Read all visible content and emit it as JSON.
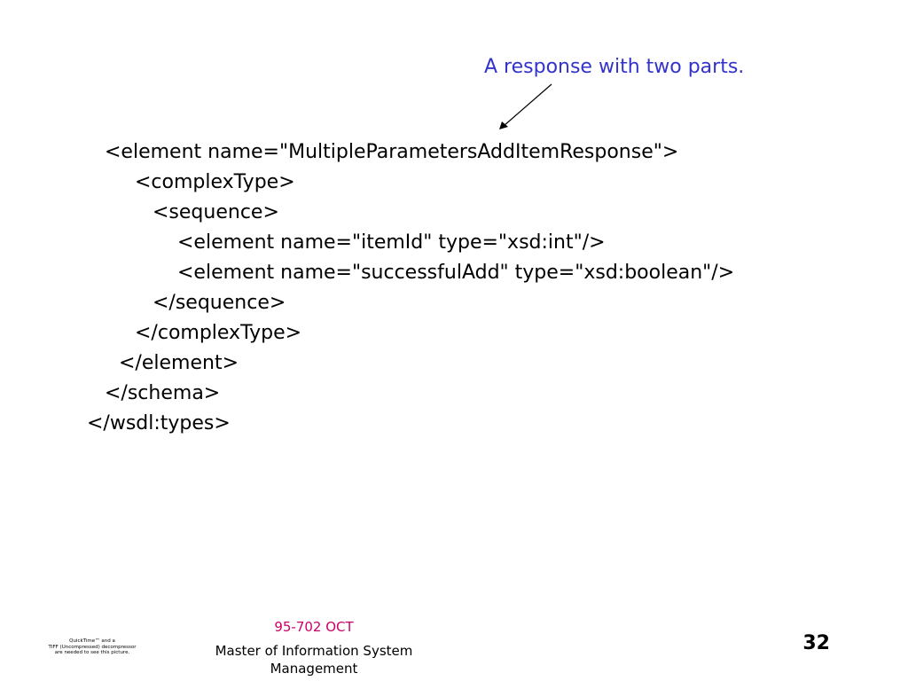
{
  "colors": {
    "annotation": "#3333cc",
    "course": "#cc0066",
    "text": "#000000"
  },
  "annotation": {
    "text": "A response with two parts."
  },
  "code": {
    "lines": [
      "<element name=\"MultipleParametersAddItemResponse\">",
      "<complexType>",
      "<sequence>",
      "<element name=\"itemId\" type=\"xsd:int\"/>",
      "<element name=\"successfulAdd\" type=\"xsd:boolean\"/>",
      "</sequence>",
      "</complexType>",
      "</element>",
      "</schema>",
      "</wsdl:types>"
    ]
  },
  "footer": {
    "course": "95-702 OCT",
    "program": "Master of Information System Management",
    "page_number": "32"
  },
  "placeholder_image": {
    "line1": "QuickTime™ and a",
    "line2": "TIFF (Uncompressed) decompressor",
    "line3": "are needed to see this picture."
  }
}
